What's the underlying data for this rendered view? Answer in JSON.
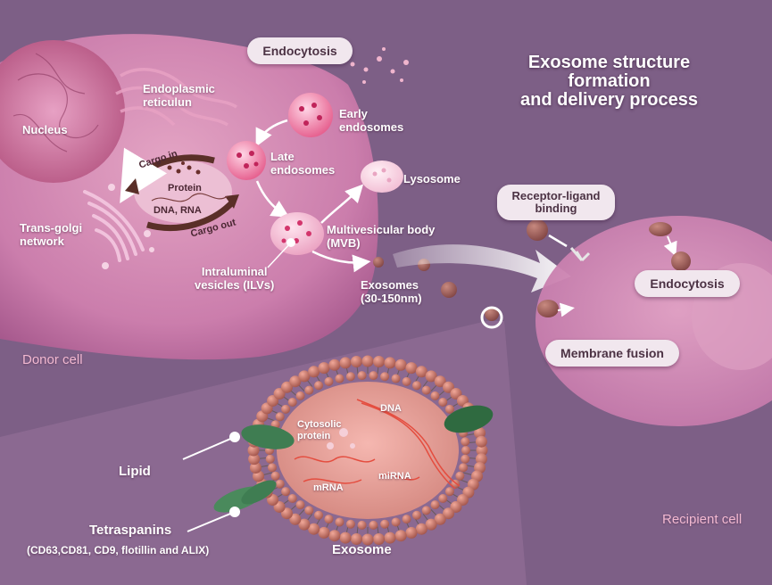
{
  "title": "Exosome structure\nformation\nand delivery process",
  "donor": {
    "cell_label": "Donor cell",
    "nucleus": "Nucleus",
    "er": "Endoplasmic\nreticulun",
    "golgi": "Trans-golgi\nnetwork",
    "endocytosis": "Endocytosis",
    "early_endosomes": "Early\nendosomes",
    "late_endosomes": "Late\nendosomes",
    "lysosome": "Lysosome",
    "mvb": "Multivesicular body\n(MVB)",
    "ilvs": "Intraluminal\nvesicles (ILVs)",
    "exosomes": "Exosomes\n(30-150nm)",
    "cargo_in": "Cargo in",
    "cargo_out": "Cargo out",
    "protein": "Protein",
    "dna_rna": "DNA, RNA"
  },
  "recipient": {
    "cell_label": "Recipient cell",
    "receptor_ligand": "Receptor-ligand\nbinding",
    "endocytosis": "Endocytosis",
    "membrane_fusion": "Membrane fusion"
  },
  "exosome": {
    "label": "Exosome",
    "lipid": "Lipid",
    "tetraspanins": "Tetraspanins",
    "markers": "(CD63,CD81, CD9, flotillin and ALIX)",
    "dna": "DNA",
    "cytosolic_protein": "Cytosolic\nprotein",
    "mrna": "mRNA",
    "mirna": "miRNA"
  },
  "colors": {
    "background": "#7d5f86",
    "cell_pink": "#c97aa6",
    "membrane_bead": "#b9655a",
    "tetraspanin_green": "#3f7d52",
    "label_pink": "#f2b9d1"
  }
}
